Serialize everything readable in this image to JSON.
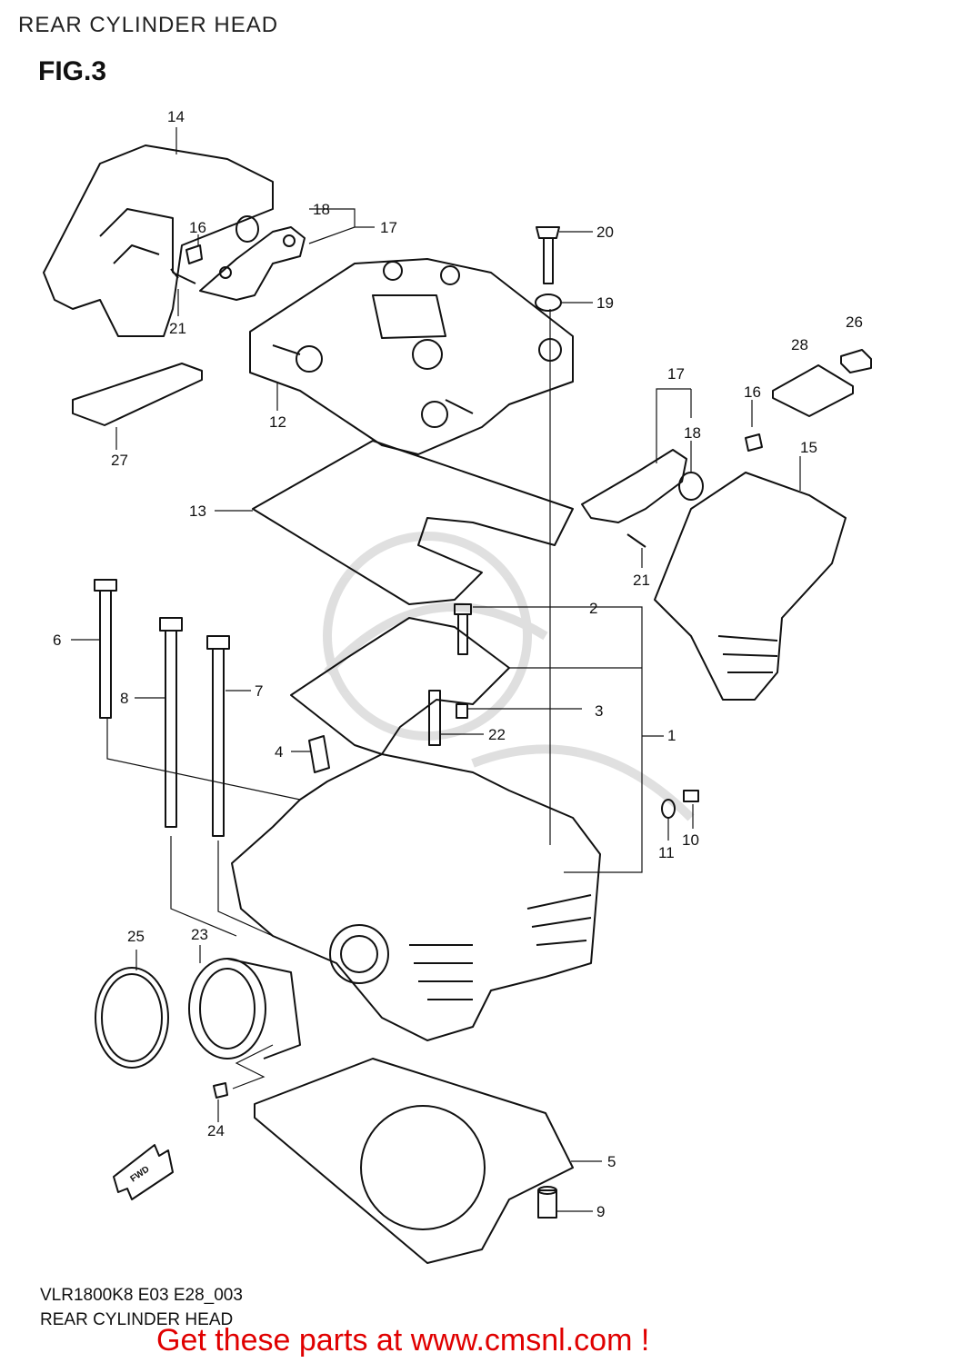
{
  "header": {
    "title": "REAR CYLINDER HEAD"
  },
  "figure": {
    "label": "FIG.3"
  },
  "callouts": [
    {
      "id": "c14",
      "text": "14"
    },
    {
      "id": "c16a",
      "text": "16"
    },
    {
      "id": "c18a",
      "text": "18"
    },
    {
      "id": "c17a",
      "text": "17"
    },
    {
      "id": "c20",
      "text": "20"
    },
    {
      "id": "c19",
      "text": "19"
    },
    {
      "id": "c26",
      "text": "26"
    },
    {
      "id": "c28",
      "text": "28"
    },
    {
      "id": "c21a",
      "text": "21"
    },
    {
      "id": "c17b",
      "text": "17"
    },
    {
      "id": "c16b",
      "text": "16"
    },
    {
      "id": "c12",
      "text": "12"
    },
    {
      "id": "c18b",
      "text": "18"
    },
    {
      "id": "c15",
      "text": "15"
    },
    {
      "id": "c27",
      "text": "27"
    },
    {
      "id": "c13",
      "text": "13"
    },
    {
      "id": "c21b",
      "text": "21"
    },
    {
      "id": "c2",
      "text": "2"
    },
    {
      "id": "c6",
      "text": "6"
    },
    {
      "id": "c8",
      "text": "8"
    },
    {
      "id": "c7",
      "text": "7"
    },
    {
      "id": "c3",
      "text": "3"
    },
    {
      "id": "c1",
      "text": "1"
    },
    {
      "id": "c22",
      "text": "22"
    },
    {
      "id": "c4",
      "text": "4"
    },
    {
      "id": "c10",
      "text": "10"
    },
    {
      "id": "c11",
      "text": "11"
    },
    {
      "id": "c25",
      "text": "25"
    },
    {
      "id": "c23",
      "text": "23"
    },
    {
      "id": "c24",
      "text": "24"
    },
    {
      "id": "c5",
      "text": "5"
    },
    {
      "id": "c9",
      "text": "9"
    }
  ],
  "fwd_icon": {
    "text": "FWD",
    "icon": "fwd-arrow-icon"
  },
  "footer": {
    "model_code": "VLR1800K8 E03 E28_003",
    "title": "REAR CYLINDER HEAD",
    "link_text": "Get these parts at www.cmsnl.com !",
    "link_color": "#e00000"
  }
}
